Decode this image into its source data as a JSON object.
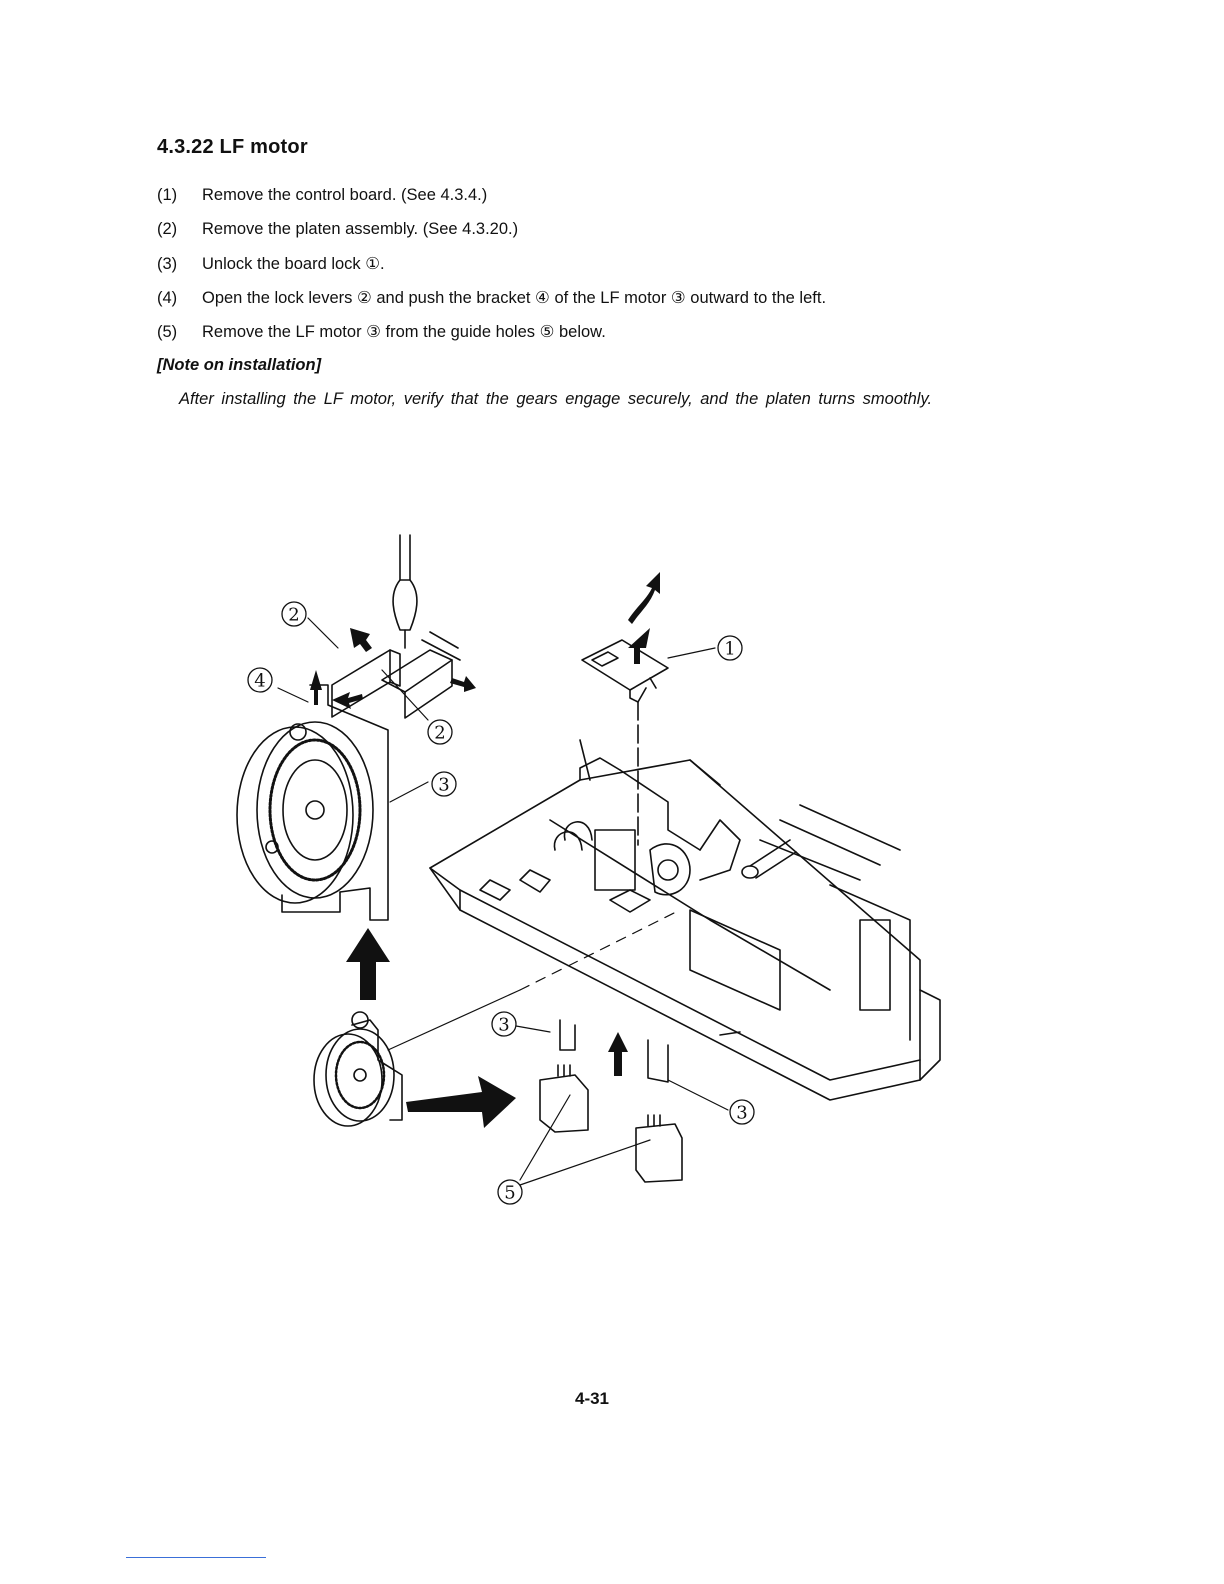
{
  "section": {
    "title": "4.3.22  LF motor"
  },
  "steps": [
    {
      "num": "(1)",
      "text": "Remove the control board.  (See 4.3.4.)"
    },
    {
      "num": "(2)",
      "text": "Remove the platen assembly.  (See 4.3.20.)"
    },
    {
      "num": "(3)",
      "text": "Unlock the board lock ①."
    },
    {
      "num": "(4)",
      "text": "Open the lock levers ② and push the bracket ④ of the LF motor ③ outward to the left."
    },
    {
      "num": "(5)",
      "text": "Remove the LF motor ③ from the guide holes ⑤ below."
    }
  ],
  "note": {
    "heading": "[Note on installation]",
    "text": "After installing the LF motor, verify that the gears engage securely, and the platen turns smoothly."
  },
  "figure": {
    "callouts": {
      "c1": "1",
      "c2": "2",
      "c3": "3",
      "c4": "4",
      "c5": "5"
    }
  },
  "footer": {
    "page_number": "4-31",
    "rule_color": "#3a6fd8"
  }
}
